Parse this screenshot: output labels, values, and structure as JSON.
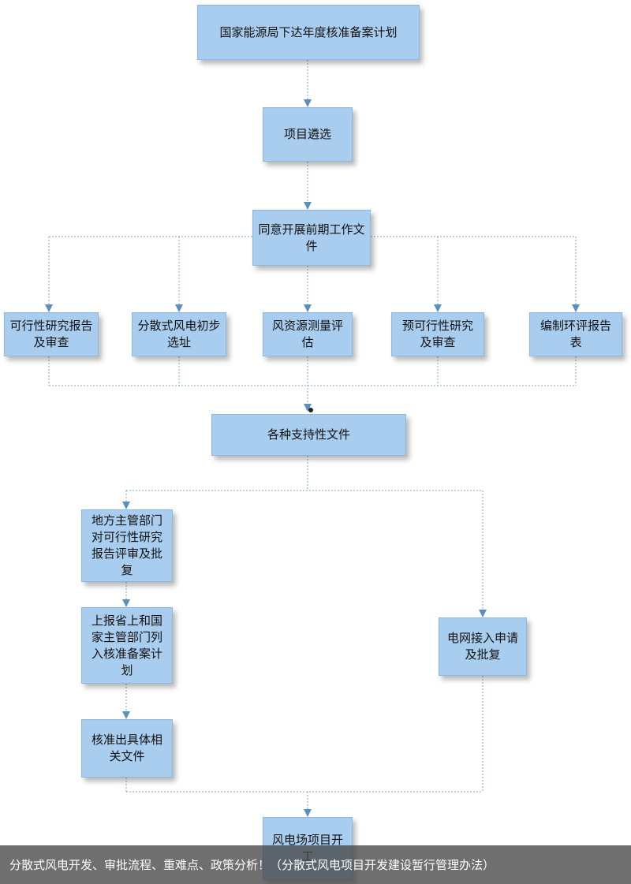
{
  "diagram": {
    "nodes": {
      "n1": "国家能源局下达年度核准备案计划",
      "n2": "项目遴选",
      "n3": "同意开展前期工作文件",
      "n4a": "可行性研究报告及审查",
      "n4b": "分散式风电初步选址",
      "n4c": "风资源测量评估",
      "n4d": "预可行性研究及审查",
      "n4e": "编制环评报告表",
      "n5": "各种支持性文件",
      "n6a": "地方主管部门对可行性研究报告评审及批复",
      "n6b": "上报省上和国家主管部门列入核准备案计划",
      "n6c": "核准出具体相关文件",
      "n7": "电网接入申请及批复",
      "n8": "风电场项目开工"
    },
    "colors": {
      "box_fill": "#a9cdee",
      "line": "#7fa8cc",
      "arrow": "#5b8fbf"
    }
  },
  "caption": "分散式风电开发、审批流程、重难点、政策分析！（分散式风电项目开发建设暂行管理办法）"
}
